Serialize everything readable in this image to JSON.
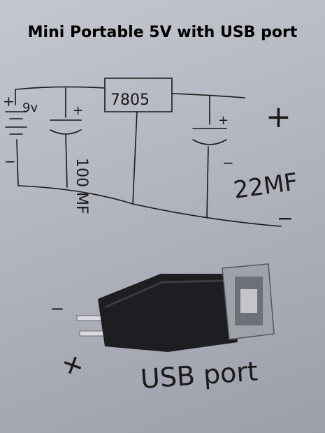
{
  "title": "Mini Portable 5V with USB port",
  "labels": {
    "battery": "9v",
    "regulator": "7805",
    "cap_small": "100 MF",
    "cap_large": "22MF",
    "usb": "USB port"
  },
  "signs": {
    "plus": "+",
    "minus": "−"
  }
}
